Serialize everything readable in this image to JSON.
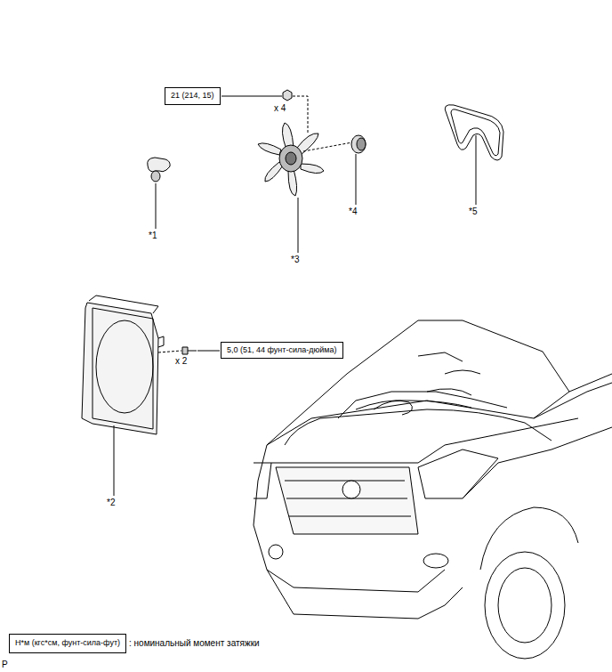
{
  "diagram": {
    "nodes": [
      {
        "text": [
          "21 (214, 15)"
        ]
      },
      {
        "text": [
          "5,0 (51, 44 фунт-сила-дюйма)"
        ]
      },
      {
        "text": [
          "Н*м (кгс*см, фунт-сила-фут)"
        ]
      }
    ],
    "labels": [
      "x 4",
      "*1",
      "*3",
      "*4",
      "*5",
      "x 2",
      "*2",
      ": номинальный момент затяжки",
      "P"
    ]
  }
}
